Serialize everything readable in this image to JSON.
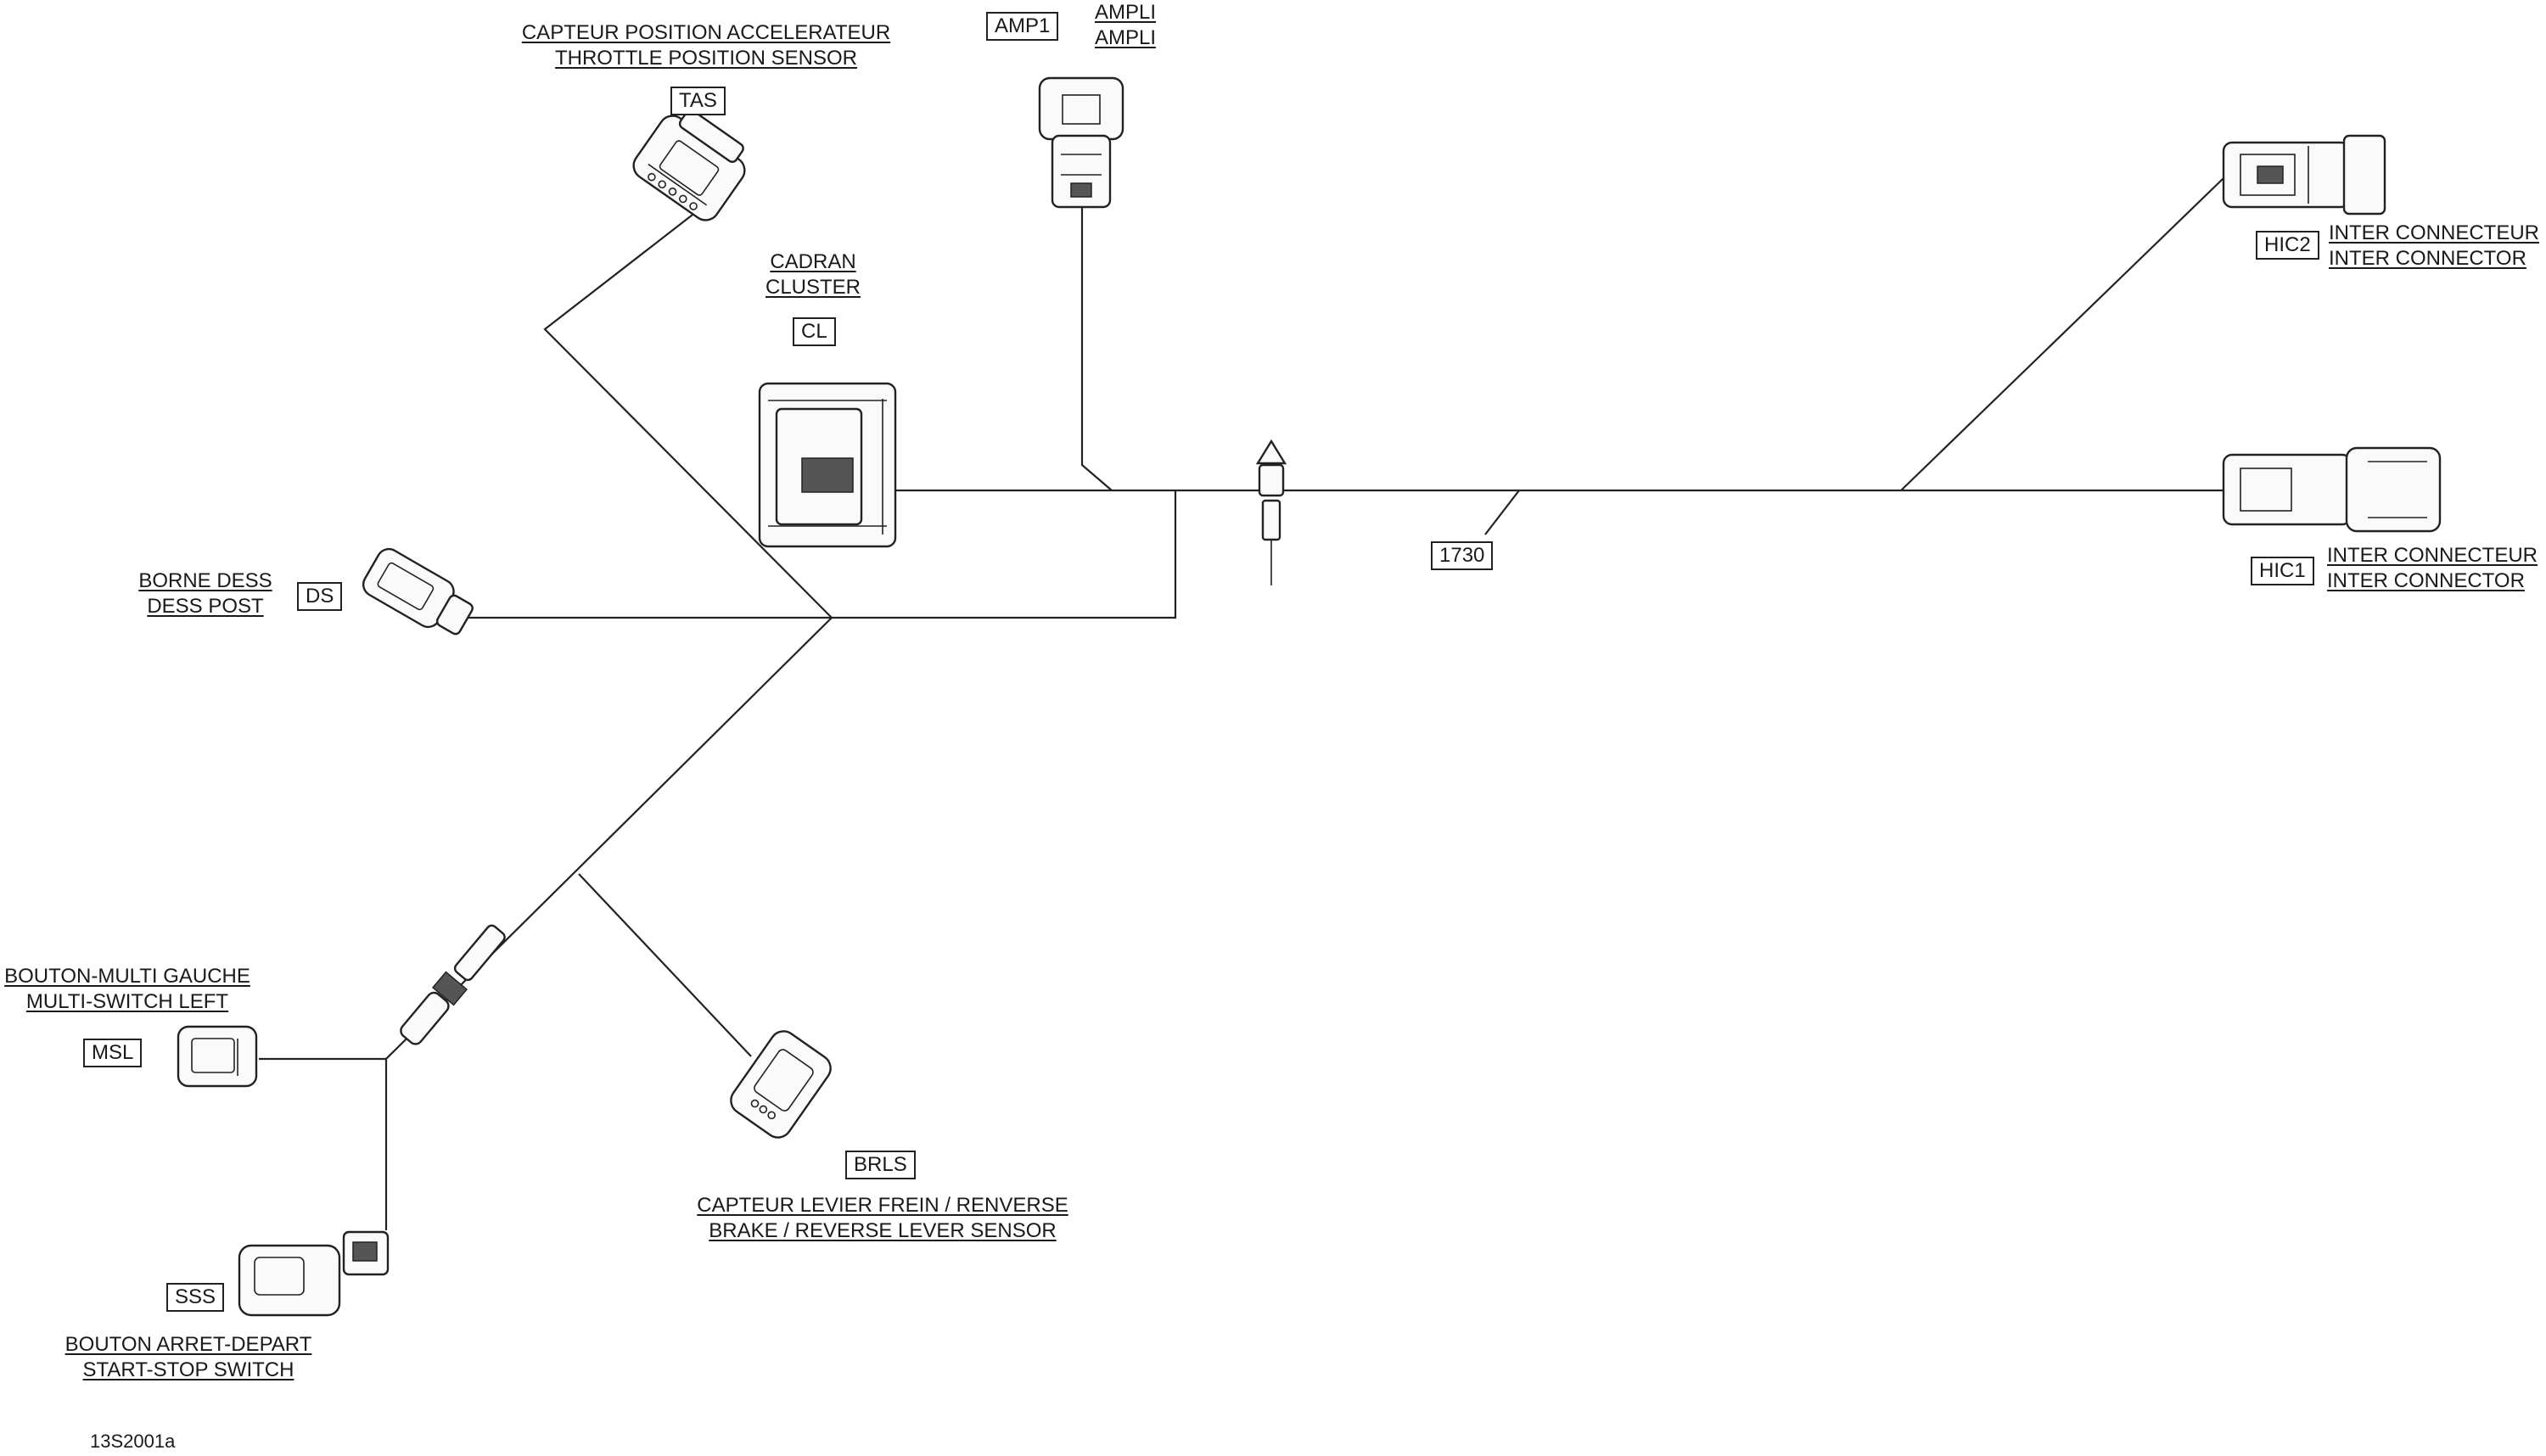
{
  "figure_id": "13S2001a",
  "wire_ref": "1730",
  "connectors": {
    "tas": {
      "code": "TAS",
      "fr": "CAPTEUR POSITION ACCELERATEUR",
      "en": "THROTTLE POSITION SENSOR"
    },
    "amp1": {
      "code": "AMP1",
      "fr": "AMPLI",
      "en": "AMPLI"
    },
    "cl": {
      "code": "CL",
      "fr": "CADRAN",
      "en": "CLUSTER"
    },
    "hic2": {
      "code": "HIC2",
      "fr": "INTER CONNECTEUR",
      "en": "INTER CONNECTOR"
    },
    "hic1": {
      "code": "HIC1",
      "fr": "INTER CONNECTEUR",
      "en": "INTER CONNECTOR"
    },
    "ds": {
      "code": "DS",
      "fr": "BORNE DESS",
      "en": "DESS POST"
    },
    "msl": {
      "code": "MSL",
      "fr": "BOUTON-MULTI GAUCHE",
      "en": "MULTI-SWITCH LEFT"
    },
    "brls": {
      "code": "BRLS",
      "fr": "CAPTEUR LEVIER FREIN / RENVERSE",
      "en": "BRAKE / REVERSE LEVER SENSOR"
    },
    "sss": {
      "code": "SSS",
      "fr": "BOUTON ARRET-DEPART",
      "en": "START-STOP SWITCH"
    }
  }
}
